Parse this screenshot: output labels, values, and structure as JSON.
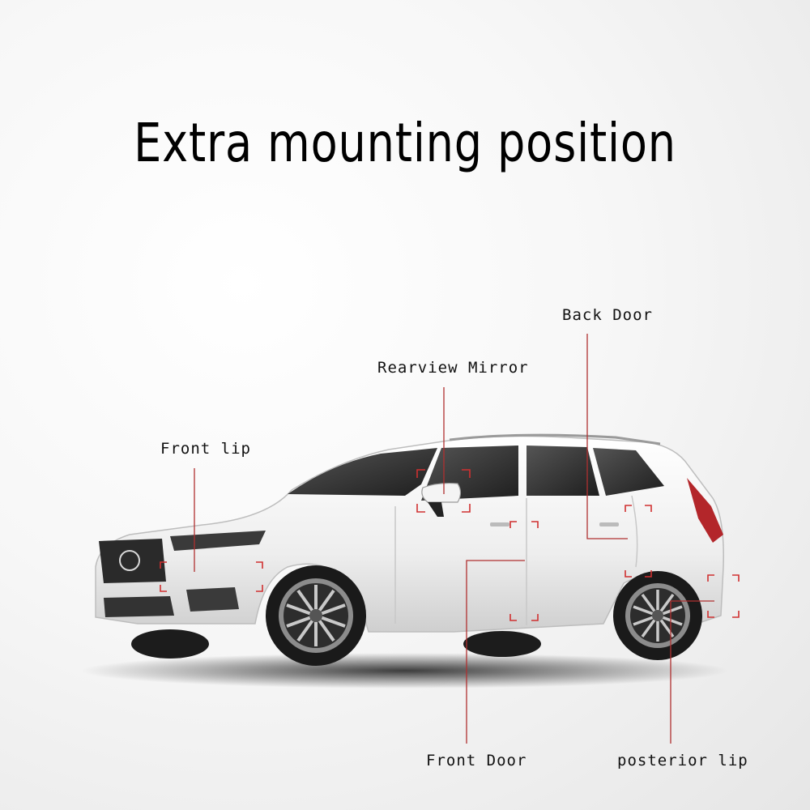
{
  "title": "Extra mounting position",
  "labels": {
    "back_door": "Back Door",
    "rearview_mirror": "Rearview Mirror",
    "front_lip": "Front lip",
    "front_door": "Front Door",
    "posterior_lip": "posterior lip"
  },
  "colors": {
    "marker": "#c0392b",
    "car_body": "#f2f2f2",
    "text": "#111111"
  }
}
